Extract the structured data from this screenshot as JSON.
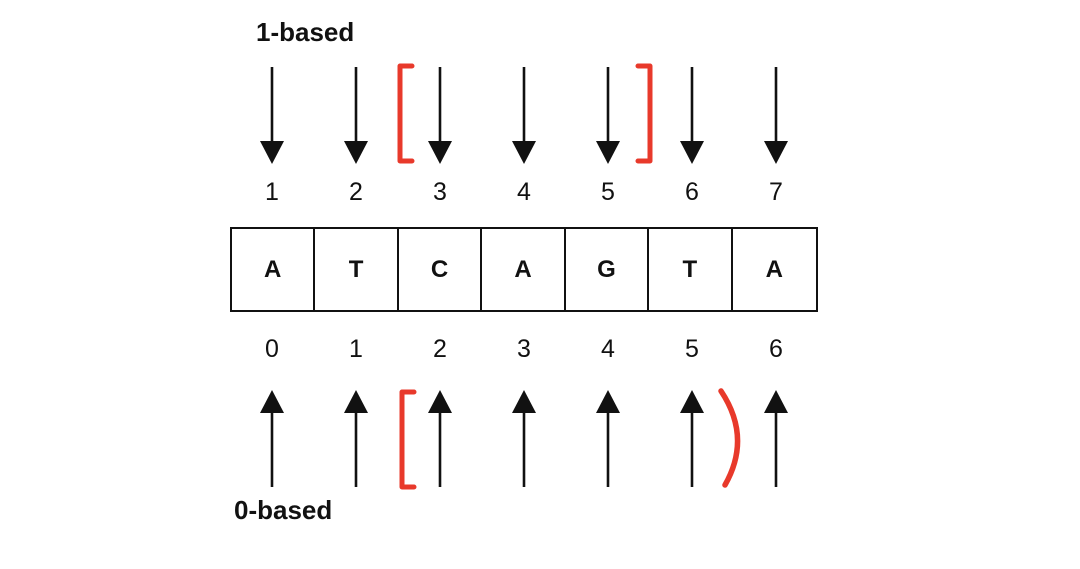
{
  "labels": {
    "one_based": "1-based",
    "zero_based": "0-based"
  },
  "sequence": [
    "A",
    "T",
    "C",
    "A",
    "G",
    "T",
    "A"
  ],
  "one_based_positions": [
    "1",
    "2",
    "3",
    "4",
    "5",
    "6",
    "7"
  ],
  "zero_based_positions": [
    "0",
    "1",
    "2",
    "3",
    "4",
    "5",
    "6"
  ],
  "interval_markers": {
    "one_based": {
      "open_glyph": "[",
      "open_before_position": "3",
      "close_glyph": "]",
      "close_after_position": "5"
    },
    "zero_based": {
      "open_glyph": "[",
      "open_before_position": "2",
      "close_glyph": ")",
      "close_after_position": "5"
    }
  },
  "colors": {
    "marker_red": "#e8392b",
    "ink_black": "#111111"
  }
}
